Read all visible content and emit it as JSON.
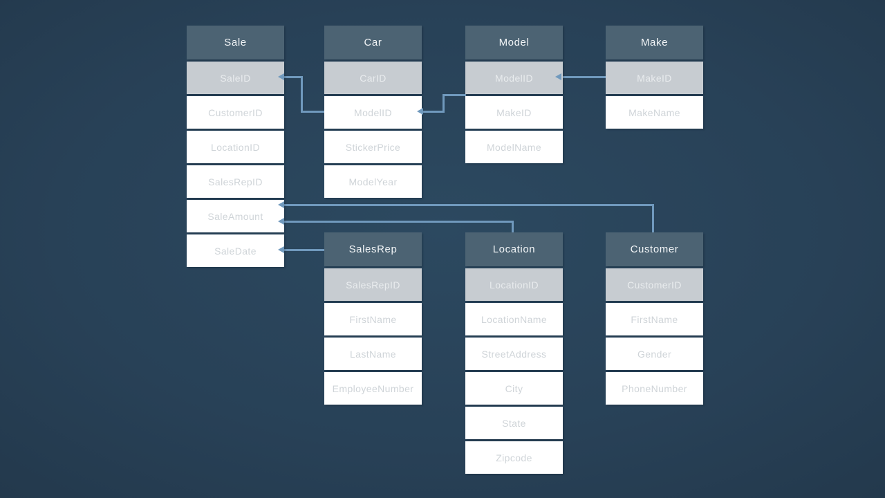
{
  "diagram": {
    "kind": "entity-relationship-schema",
    "subject": "Car dealership sales database"
  },
  "colors": {
    "background": "#2a4458",
    "table_header": "#4c6373",
    "primary_key_row": "#c7ccd1",
    "field_row": "#ffffff",
    "header_text": "#f2f5f7",
    "pk_text": "#e9ecee",
    "field_text": "#cfd4d8",
    "connector_line": "#7099bd"
  },
  "tables": [
    {
      "name": "Sale",
      "pk": "SaleID",
      "fields": [
        "CustomerID",
        "LocationID",
        "SalesRepID",
        "SaleAmount",
        "SaleDate"
      ]
    },
    {
      "name": "Car",
      "pk": "CarID",
      "fields": [
        "ModelID",
        "StickerPrice",
        "ModelYear"
      ]
    },
    {
      "name": "Model",
      "pk": "ModelID",
      "fields": [
        "MakeID",
        "ModelName"
      ]
    },
    {
      "name": "Make",
      "pk": "MakeID",
      "fields": [
        "MakeName"
      ]
    },
    {
      "name": "SalesRep",
      "pk": "SalesRepID",
      "fields": [
        "FirstName",
        "LastName",
        "EmployeeNumber"
      ]
    },
    {
      "name": "Location",
      "pk": "LocationID",
      "fields": [
        "LocationName",
        "StreetAddress",
        "City",
        "State",
        "Zipcode"
      ]
    },
    {
      "name": "Customer",
      "pk": "CustomerID",
      "fields": [
        "FirstName",
        "Gender",
        "PhoneNumber"
      ]
    }
  ],
  "connectors": [
    {
      "from": "Sale.SaleID",
      "to": "Car.ModelID"
    },
    {
      "from": "Car.ModelID",
      "to": "Model.ModelID"
    },
    {
      "from": "Model.ModelID",
      "to": "Make.MakeID"
    },
    {
      "from": "Sale",
      "to": "Customer"
    },
    {
      "from": "Sale",
      "to": "Location"
    },
    {
      "from": "Sale.SaleDate",
      "to": "SalesRep"
    }
  ]
}
